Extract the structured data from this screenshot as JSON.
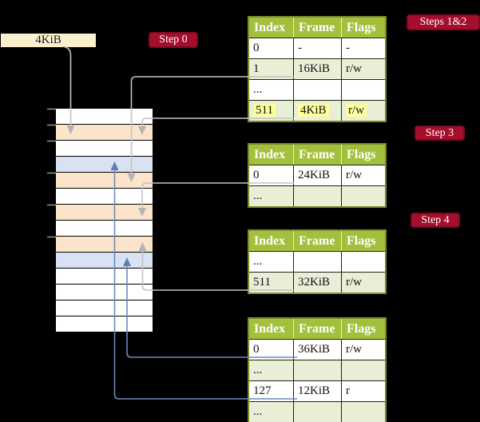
{
  "ptbr": {
    "label": "4KiB"
  },
  "badges": [
    {
      "label": "Step 0"
    },
    {
      "label": "Steps 1&2"
    },
    {
      "label": "Step 3"
    },
    {
      "label": "Step 4"
    }
  ],
  "tables": [
    {
      "headers": [
        "Index",
        "Frame",
        "Flags"
      ],
      "rows": [
        {
          "cells": [
            "0",
            "-",
            "-"
          ],
          "shaded": false,
          "highlight": false
        },
        {
          "cells": [
            "1",
            "16KiB",
            "r/w"
          ],
          "shaded": true,
          "highlight": false
        },
        {
          "cells": [
            "...",
            "",
            ""
          ],
          "shaded": false,
          "highlight": false
        },
        {
          "cells": [
            "511",
            "4KiB",
            "r/w"
          ],
          "shaded": true,
          "highlight": true
        }
      ]
    },
    {
      "headers": [
        "Index",
        "Frame",
        "Flags"
      ],
      "rows": [
        {
          "cells": [
            "0",
            "24KiB",
            "r/w"
          ],
          "shaded": false,
          "highlight": false
        },
        {
          "cells": [
            "...",
            "",
            ""
          ],
          "shaded": true,
          "highlight": false
        }
      ]
    },
    {
      "headers": [
        "Index",
        "Frame",
        "Flags"
      ],
      "rows": [
        {
          "cells": [
            "...",
            "",
            ""
          ],
          "shaded": false,
          "highlight": false
        },
        {
          "cells": [
            "511",
            "32KiB",
            "r/w"
          ],
          "shaded": true,
          "highlight": false
        }
      ]
    },
    {
      "headers": [
        "Index",
        "Frame",
        "Flags"
      ],
      "rows": [
        {
          "cells": [
            "0",
            "36KiB",
            "r/w"
          ],
          "shaded": false,
          "highlight": false
        },
        {
          "cells": [
            "...",
            "",
            ""
          ],
          "shaded": true,
          "highlight": false
        },
        {
          "cells": [
            "127",
            "12KiB",
            "r"
          ],
          "shaded": false,
          "highlight": false
        },
        {
          "cells": [
            "...",
            "",
            ""
          ],
          "shaded": true,
          "highlight": false
        }
      ]
    }
  ],
  "memory": {
    "row_types": [
      "white",
      "orange",
      "white",
      "blue",
      "orange",
      "white",
      "orange",
      "white",
      "orange",
      "blue",
      "white",
      "white",
      "white",
      "white"
    ],
    "tick_ys": [
      136.5,
      156.5,
      176.5,
      216.5,
      256.5,
      296.5
    ]
  },
  "colors": {
    "background": "#000000",
    "badge_red": "#a60e2d",
    "badge_border": "#7e0a22",
    "table_header_green": "#a2c03c",
    "table_border_olive": "#7d8b2a",
    "row_shaded_green": "#e9eed7",
    "frame_orange": "#fbe4ca",
    "frame_blue": "#d8e2f2",
    "highlight_yellow": "#ffff9c",
    "ptbr_cream": "#fbf0cc",
    "arrow_gray": "#c2c2c2",
    "arrow_blue": "#6b8abc"
  }
}
